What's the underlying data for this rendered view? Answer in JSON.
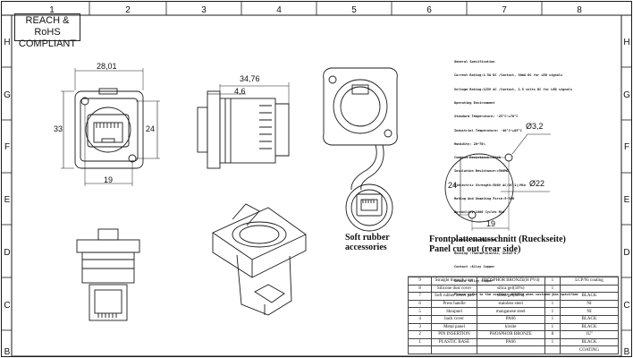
{
  "compliance": {
    "line1": "REACH & RoHS",
    "line2": "COMPLIANT"
  },
  "grid": {
    "columns": [
      "1",
      "2",
      "3",
      "4",
      "5",
      "6",
      "7",
      "8"
    ],
    "rows": [
      "H",
      "G",
      "F",
      "E",
      "D",
      "C",
      "B"
    ]
  },
  "dimensions": {
    "front_width": "28,01",
    "front_height": "33",
    "front_inner": "24",
    "front_bottom": "19",
    "side_depth": "34,76",
    "side_flange": "4,6",
    "cutout_hole": "Ø3,2",
    "cutout_dia": "Ø22",
    "cutout_height": "24",
    "cutout_width": "19"
  },
  "specification": [
    "General Specification",
    "Current Rating:1.5A DC /Contact, 30mA DC for LED signals",
    "Voltage Rating:125V AC /Contact, 2.5 volts DC for LED signals",
    "Operating Environment",
    "Standard Temperature: -25°C~+70°C",
    "Industrial Temperature: -40°C~+85°C",
    "Humidity: 20~70%",
    "Contact Resistance:<30mΩ",
    "Insulation Resistance:>500MΩ",
    "Dielectric Strength:500V AC/DC(1)/Min",
    "Mating And Unmating Force:5~30N",
    "Durability:1000 Cycles Min",
    "",
    "Material Specification",
    "Housing :Thermo-plastic, UL94V-0,",
    "Contact :Alloy Copper",
    "Shield :Alloy Copper",
    "Please refer to the customer drawing when customer has specified"
  ],
  "labels": {
    "soft_rubber_1": "Soft rubber",
    "soft_rubber_2": "accessories",
    "cutout_de": "Frontplattenausschnitt (Rueckseite)",
    "cutout_en": "Panel cut out (rear side)"
  },
  "bom": [
    [
      "9",
      "Straight through core",
      "PHOSPHOR BRONZE(H PVd)",
      "1",
      "LCP/Ni coating"
    ],
    [
      "8",
      "Silicone dust cover",
      "silica gel(50%)",
      "1",
      ""
    ],
    [
      "7",
      "Soft rubber tower pad",
      "silica gel(50%)",
      "1",
      "BLACK"
    ],
    [
      "6",
      "Press handle",
      "stainless steel",
      "1",
      "NI"
    ],
    [
      "5",
      "Shrapnel",
      "manganese steel",
      "1",
      "NI"
    ],
    [
      "4",
      "back cover",
      "PA66",
      "1",
      "BLACK"
    ],
    [
      "3",
      "Metal panel",
      "kirsite",
      "1",
      "BLACK"
    ],
    [
      "2",
      "PIN INSERTION",
      "PHOSPHOR BRONZE",
      "8",
      "1U\""
    ],
    [
      "1",
      "PLASTIC BASE",
      "PA66",
      "1",
      "BLACK"
    ],
    [
      "",
      "",
      "",
      "",
      "COATING"
    ]
  ]
}
